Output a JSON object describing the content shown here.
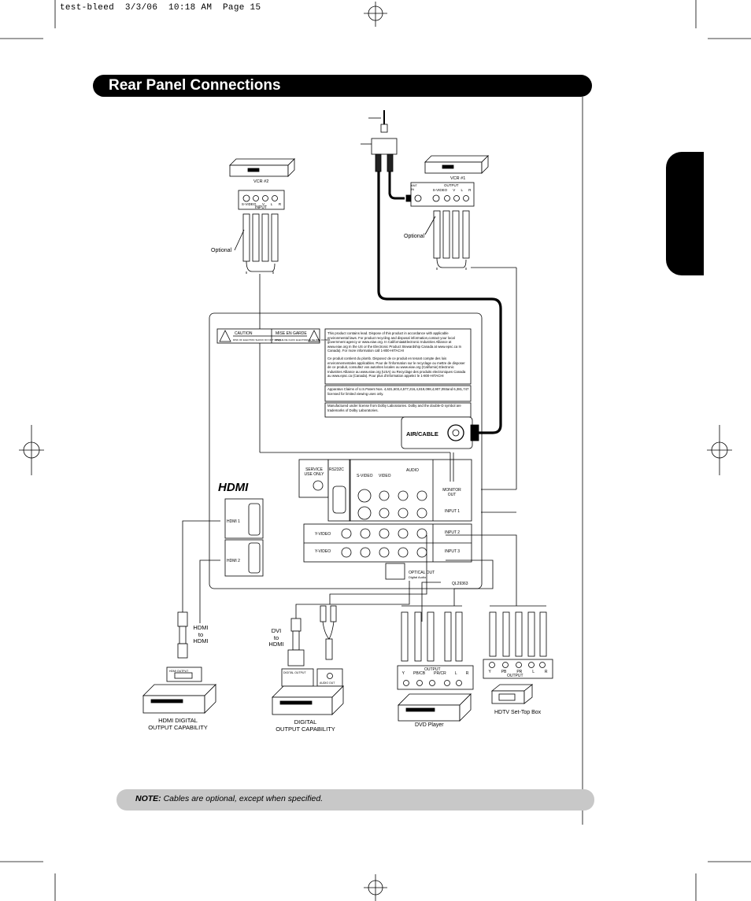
{
  "header": {
    "slug": "test-bleed  3/3/06  10:18 AM  Page 15"
  },
  "title": "Rear Panel Connections",
  "note": {
    "prefix": "NOTE:",
    "text": " Cables are optional, except when specified."
  },
  "devices": {
    "vcr2": {
      "label": "VCR #2",
      "input_label": "INPUT",
      "jacks": [
        "S-VIDEO",
        "V",
        "L",
        "R"
      ]
    },
    "vcr1": {
      "label": "VCR #1",
      "output_label": "OUTPUT",
      "ant": "ANT\nIN",
      "jacks": [
        "S-VIDEO",
        "V",
        "L",
        "R"
      ]
    },
    "optional_left": "Optional",
    "optional_right": "Optional",
    "hdmi_cable": "HDMI\nto\nHDMI",
    "dvi_cable": "DVI\nto\nHDMI",
    "hdmi_device": "HDMI DIGITAL\nOUTPUT CAPABILITY",
    "hdmi_output_jack": "HDMI OUTPUT",
    "digital_device": "DIGITAL\nOUTPUT CAPABILITY",
    "digital_output_jack": "DIGITAL OUTPUT",
    "audio_out_jack": "AUDIO OUT",
    "dvd": {
      "label": "DVD Player",
      "output_label": "OUTPUT",
      "jacks": [
        "Y",
        "PB/CB",
        "PR/CR",
        "L",
        "R"
      ]
    },
    "stb": {
      "label": "HDTV Set-Top Box",
      "output_label": "OUTPUT",
      "jacks": [
        "Y",
        "PB",
        "PR",
        "L",
        "R"
      ]
    }
  },
  "panel": {
    "caution": "CAUTION",
    "mise_en_garde": "MISE EN GARDE",
    "caution_sub": "RISK OF ELECTRIC SHOCK DO NOT OPEN",
    "mise_sub": "RISQUE DE CHOC ELECTRIQUE NE PAS OUVRIR",
    "lead_notice": "This product contains lead. Dispose of this product in accordance with applicable environmental laws. For product recycling and disposal information,contact your local government agency or www.eiae.org. In California&Electronic Industries Alliance at www.eiae.org In the US or the Electronic Product Stewardship Canada at www.epsc.ca In Canada). For more information call 1-800-HITACHI",
    "lead_notice_fr": "Ce produit contient du plomb. Disposez de ce produit en tenant compte des lois environnementales applicables. Pour de l'information sur le recyclage ou mettre de disposer de ce produit, consultez vos autorites locales ou www.eiae.org (Californie) Electronic Industries Alliance au www.eiae.org (USA) ou Recyclage des produits electroniques Canada au www.epsc.ca (Canada). Pour plus d'information appelez le 1-800-HITACHI",
    "patents": "Apparatus Claims of U.S.Patent Nos. 4,631,603,4,577,216,4,819,098,4,907,093and 6,381,747 licensed for limited viewing uses only.",
    "dolby": "Manufactured under license from Dolby Laboratories. Dolby and the double-D symbol are trademarks of Dolby Laboratories.",
    "air_cable": "AIR/CABLE",
    "hdmi_logo": "HDMI",
    "service": "SERVICE\nUSE ONLY",
    "rs232c": "RS232C",
    "svideo": "S-VIDEO",
    "video": "VIDEO",
    "audio": "AUDIO",
    "monitor_out": "MONITOR\nOUT",
    "input1": "INPUT 1",
    "input2": "INPUT 2",
    "input3": "INPUT 3",
    "yvideo": "Y-VIDEO",
    "hdmi1": "HDMI 1",
    "hdmi2": "HDMI 2",
    "optical_out": "OPTICAL OUT",
    "digital_audio": "Digital Audio",
    "model": "QL29363"
  }
}
